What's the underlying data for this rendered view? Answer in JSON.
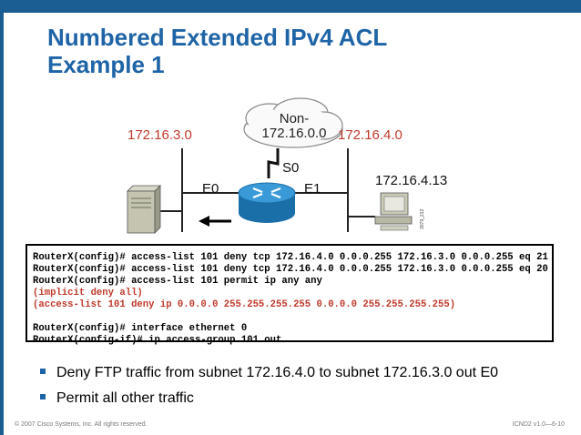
{
  "title": {
    "line1": "Numbered Extended IPv4 ACL",
    "line2": "Example 1"
  },
  "diagram": {
    "cloud_line1": "Non-",
    "cloud_line2": "172.16.0.0",
    "net_left": "172.16.3.0",
    "net_right": "172.16.4.0",
    "int_s0": "S0",
    "int_e0": "E0",
    "int_e1": "E1",
    "host_ip": "172.16.4.13",
    "fig_id": "3079_212",
    "colors": {
      "net_labels": "#c0392b",
      "router": "#1b7fc1"
    }
  },
  "code": {
    "lines": [
      "RouterX(config)# access-list 101 deny tcp 172.16.4.0 0.0.0.255 172.16.3.0 0.0.0.255 eq 21",
      "RouterX(config)# access-list 101 deny tcp 172.16.4.0 0.0.0.255 172.16.3.0 0.0.0.255 eq 20",
      "RouterX(config)# access-list 101 permit ip any any",
      "(implicit deny all)",
      "(access-list 101 deny ip 0.0.0.0 255.255.255.255 0.0.0.0 255.255.255.255)",
      "",
      "RouterX(config)# interface ethernet 0",
      "RouterX(config-if)# ip access-group 101 out"
    ]
  },
  "bullets": [
    "Deny FTP traffic from subnet 172.16.4.0 to subnet 172.16.3.0 out E0",
    "Permit all other traffic"
  ],
  "footer": {
    "left": "© 2007 Cisco Systems, Inc. All rights reserved.",
    "right": "ICND2 v1.0—6-10"
  }
}
